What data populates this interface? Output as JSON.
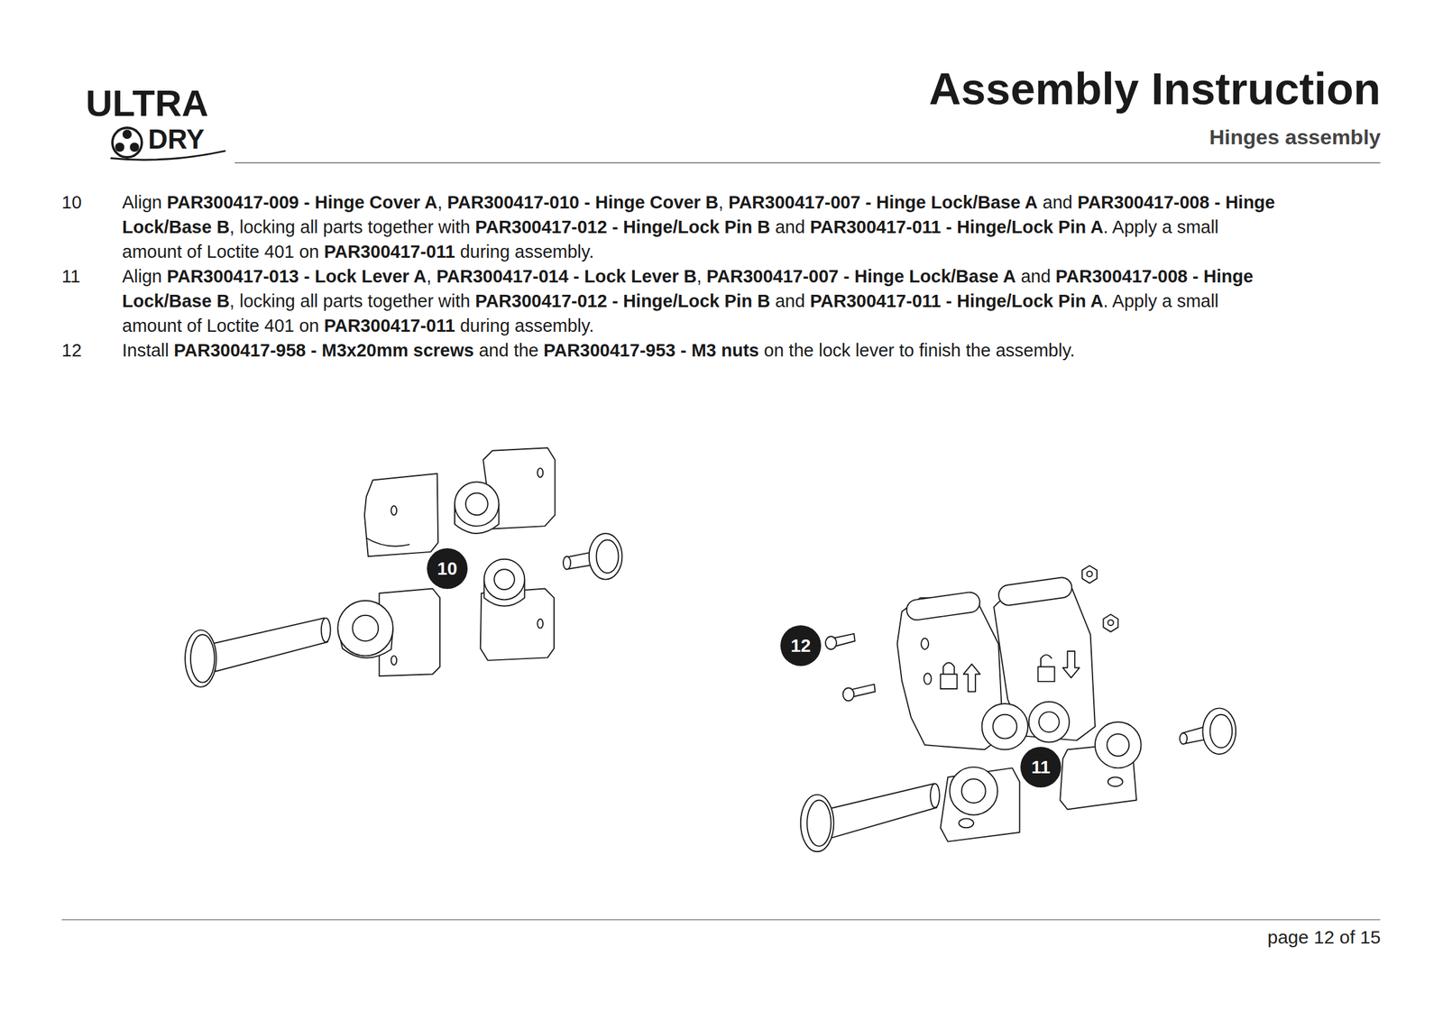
{
  "diagram": {
    "title": "Assembly Instruction",
    "nodes": [
      {
        "text": [
          "10"
        ]
      },
      {
        "text": [
          "12"
        ]
      },
      {
        "text": [
          "11"
        ]
      }
    ],
    "labels": [
      "ULTRA",
      "DRY",
      "Hinges assembly",
      "10",
      "Align PAR300417-009 - Hinge Cover A, PAR300417-010 - Hinge Cover B, PAR300417-007 - Hinge Lock/Base A and PAR300417-008 - Hinge Lock/Base B, locking all parts together with PAR300417-012 - Hinge/Lock Pin B and PAR300417-011 - Hinge/Lock Pin A. Apply a small amount of Loctite 401 on PAR300417-011 during assembly.",
      "11",
      "Align PAR300417-013 - Lock Lever A, PAR300417-014 - Lock Lever B, PAR300417-007 - Hinge Lock/Base A and PAR300417-008 - Hinge Lock/Base B, locking all parts together with PAR300417-012 - Hinge/Lock Pin B and PAR300417-011 - Hinge/Lock Pin A. Apply a small amount of Loctite 401 on PAR300417-011 during assembly.",
      "12",
      "Install PAR300417-958 - M3x20mm screws and the PAR300417-953 - M3 nuts on the lock lever to finish the assembly.",
      "page 12 of 15"
    ]
  }
}
